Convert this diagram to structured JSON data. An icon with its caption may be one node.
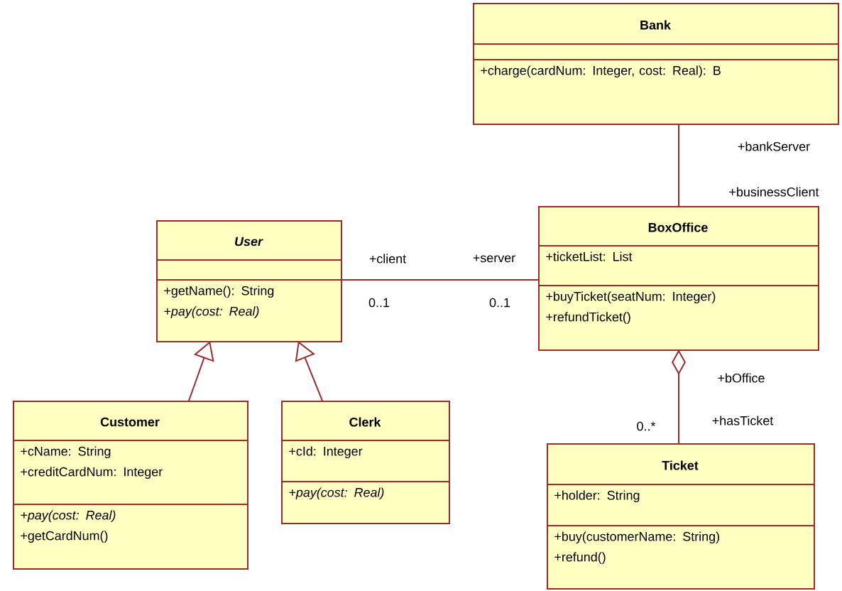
{
  "diagram": {
    "nodes": [
      {
        "text": [
          "Bank",
          "+charge(cardNum: Integer, cost: Real): B"
        ]
      },
      {
        "text": [
          "User",
          "+getName(): String *+pay(cost: Real)*"
        ]
      },
      {
        "text": [
          "BoxOffice",
          "+ticketList: List",
          "+buyTicket(seatNum: Integer) +refundTicket()"
        ]
      },
      {
        "text": [
          "Customer",
          "+cName: String +creditCardNum: Integer",
          "*+pay(cost: Real)* +getCardNum()"
        ]
      },
      {
        "text": [
          "Clerk",
          "+cId: Integer",
          "+pay(cost: Real)"
        ]
      },
      {
        "text": [
          "Ticket",
          "+holder: String",
          "+buy(customerName: String) +refund()"
        ]
      }
    ],
    "edges": [
      {
        "from": 0,
        "to": 2,
        "arrow": "none"
      },
      {
        "from": 1,
        "to": 2,
        "arrow": "none"
      },
      {
        "from": 3,
        "to": 1,
        "arrow": "to"
      },
      {
        "from": 4,
        "to": 1,
        "arrow": "to"
      },
      {
        "from": 2,
        "to": 5,
        "arrow": "other"
      }
    ],
    "labels": [
      "+bankServer",
      "+businessClient",
      "+client",
      "+server",
      "0..1",
      "0..1",
      "+bOffice",
      "0..*",
      "+hasTicket"
    ]
  }
}
